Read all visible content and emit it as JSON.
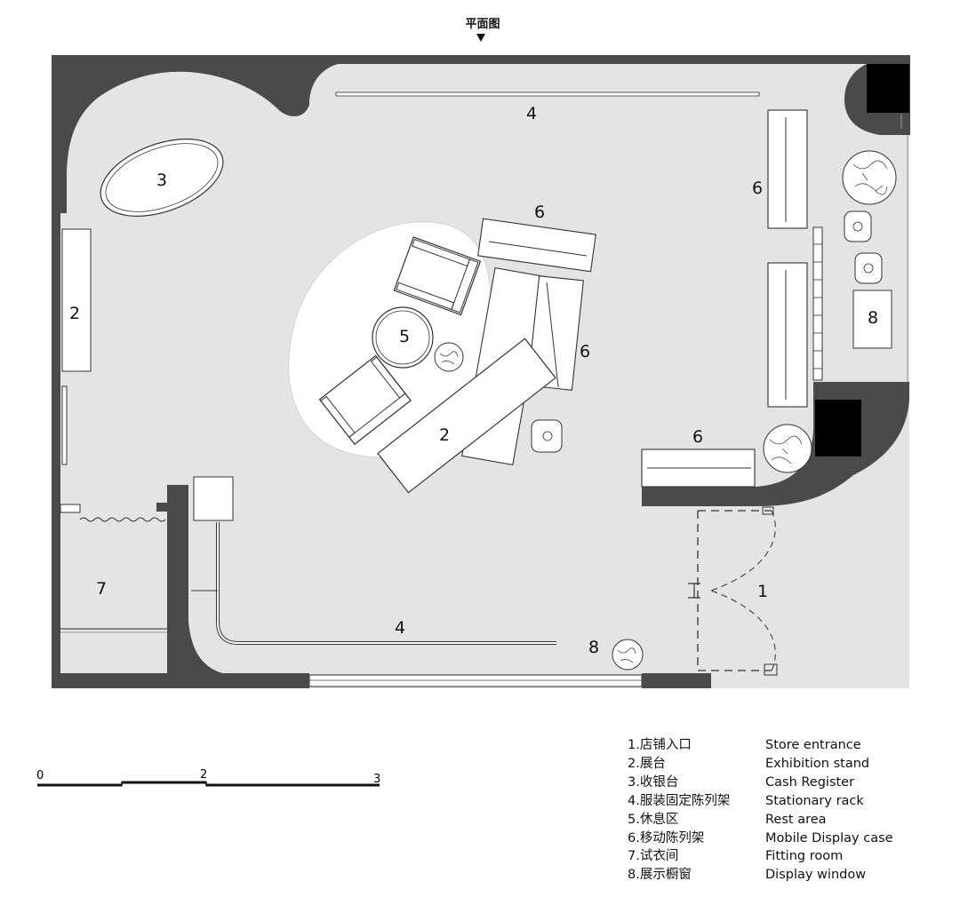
{
  "plan_title": "平面图",
  "labels": {
    "entrance": "1",
    "stand_left": "2",
    "stand_center": "2",
    "cash_register": "3",
    "rack_top": "4",
    "rack_bottom": "4",
    "rest_area": "5",
    "mobile_top": "6",
    "mobile_mid": "6",
    "mobile_right": "6",
    "mobile_bottom": "6",
    "fitting_room": "7",
    "window_right": "8",
    "window_bottom": "8"
  },
  "scale": {
    "ticks": [
      "0",
      "2",
      "3"
    ]
  },
  "legend": [
    {
      "zh": "1.店铺入口",
      "en": "Store entrance"
    },
    {
      "zh": "2.展台",
      "en": "Exhibition stand"
    },
    {
      "zh": "3.收银台",
      "en": "Cash Register"
    },
    {
      "zh": "4.服装固定陈列架",
      "en": "Stationary rack"
    },
    {
      "zh": "5.休息区",
      "en": "Rest area"
    },
    {
      "zh": "6.移动陈列架",
      "en": "Mobile Display case"
    },
    {
      "zh": "7.试衣间",
      "en": "Fitting room"
    },
    {
      "zh": "8.展示橱窗",
      "en": "Display window"
    }
  ],
  "colors": {
    "wall": "#4a4a4a",
    "floor": "#e4e4e4",
    "furniture": "#ffffff",
    "solid": "#000000"
  }
}
